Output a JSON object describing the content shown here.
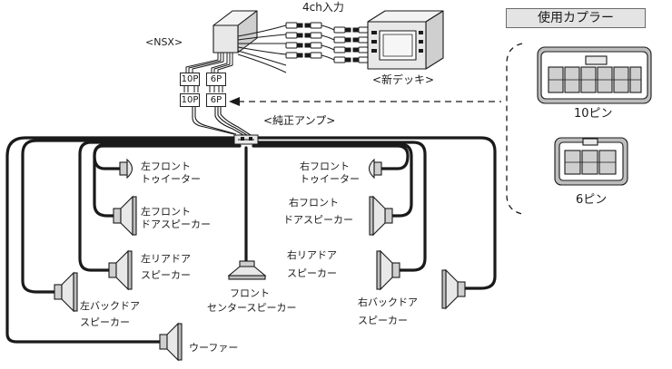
{
  "labels": {
    "input_4ch": "4ch入力",
    "nsx": "<NSX>",
    "new_deck": "<新デッキ>",
    "genuine_amp": "<純正アンプ>",
    "legend_title": "使用カプラー",
    "coupler_10p": "10ピン",
    "coupler_6p": "6ピン",
    "box_10p_top": "10P",
    "box_6p_top": "6P",
    "box_10p_bottom": "10P",
    "box_6p_bottom": "6P",
    "left_front_tweeter": [
      "左フロント",
      "トゥイーター"
    ],
    "right_front_tweeter": [
      "右フロント",
      "トゥイーター"
    ],
    "left_front_door": [
      "左フロント",
      "ドアスピーカー"
    ],
    "right_front_door": [
      "右フロント",
      "ドアスピーカー"
    ],
    "left_rear_door": [
      "左リアドア",
      "スピーカー"
    ],
    "right_rear_door": [
      "右リアドア",
      "スピーカー"
    ],
    "front_center": [
      "フロント",
      "センタースピーカー"
    ],
    "left_back_door": [
      "左バックドア",
      "スピーカー"
    ],
    "right_back_door": [
      "右バックドア",
      "スピーカー"
    ],
    "woofer": "ウーファー"
  },
  "icons": {
    "speaker": "speaker-icon",
    "tweeter": "tweeter-icon",
    "head_unit": "head-unit-icon",
    "coupler": "coupler-icon",
    "rca_plug": "rca-plug-icon"
  },
  "colors": {
    "line": "#1a1a1a",
    "fill_light": "#e8e8e8",
    "fill_mid": "#bdbdbd",
    "legend_bg": "#e4e4e4"
  }
}
